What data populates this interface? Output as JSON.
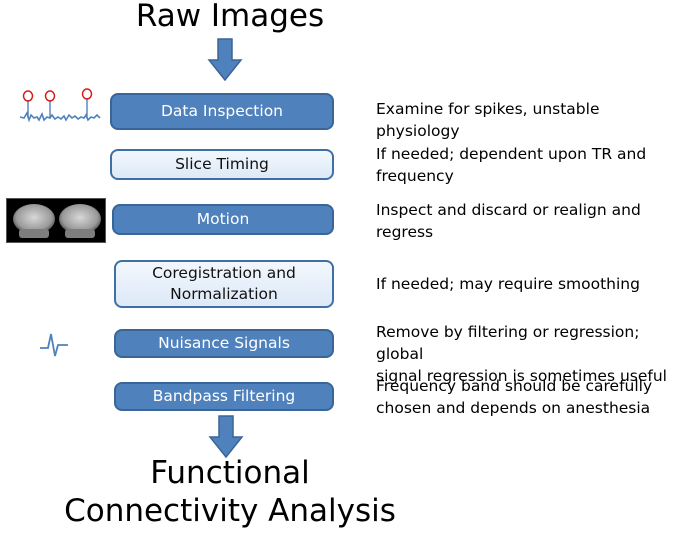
{
  "title_top": "Raw Images",
  "title_bottom": "Functional\nConnectivity Analysis",
  "steps": [
    {
      "label": "Data Inspection",
      "description": "Examine for spikes, unstable physiology"
    },
    {
      "label": "Slice Timing",
      "description": "If needed; dependent upon TR and\nfrequency"
    },
    {
      "label": "Motion",
      "description": "Inspect and discard or realign and\nregress"
    },
    {
      "label": "Coregistration and\nNormalization",
      "description": "If needed; may require smoothing"
    },
    {
      "label": "Nuisance Signals",
      "description": "Remove by filtering or regression; global\nsignal regression is sometimes useful"
    },
    {
      "label": "Bandpass Filtering",
      "description": "Frequency band should be carefully\nchosen and depends on anesthesia"
    }
  ],
  "colors": {
    "box_dark": "#4f81bd",
    "box_light": "#e8f0fa",
    "arrow": "#4f81bd"
  },
  "icons": [
    "spike-trace-icon",
    "brain-scan-icon",
    "nuisance-signal-icon"
  ]
}
